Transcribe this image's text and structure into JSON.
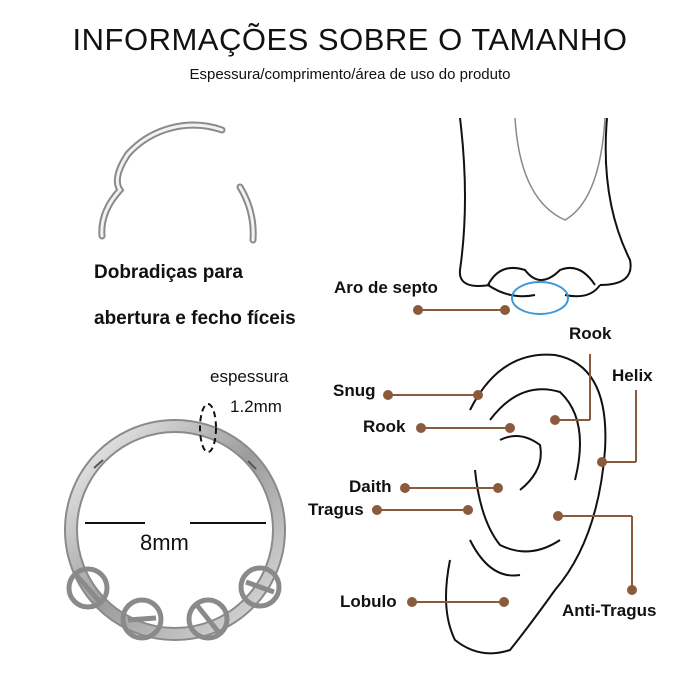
{
  "header": {
    "title": "INFORMAÇÕES SOBRE O TAMANHO",
    "subtitle": "Espessura/comprimento/área de uso do produto"
  },
  "hinge": {
    "caption_line1": "Dobradiças para",
    "caption_line2": "abertura e fecho fíceis"
  },
  "dimensions": {
    "thickness_label": "espessura",
    "thickness_value": "1.2mm",
    "diameter_value": "8mm"
  },
  "nose": {
    "septum_label": "Aro de septo"
  },
  "ear": {
    "labels": {
      "rook_top": "Rook",
      "helix": "Helix",
      "snug": "Snug",
      "rook": "Rook",
      "daith": "Daith",
      "tragus": "Tragus",
      "lobulo": "Lobulo",
      "anti_tragus": "Anti-Tragus"
    }
  },
  "colors": {
    "pointer": "#8b5a3c",
    "septum_ring": "#3a9ad9",
    "metal": "#a8a8a8"
  }
}
